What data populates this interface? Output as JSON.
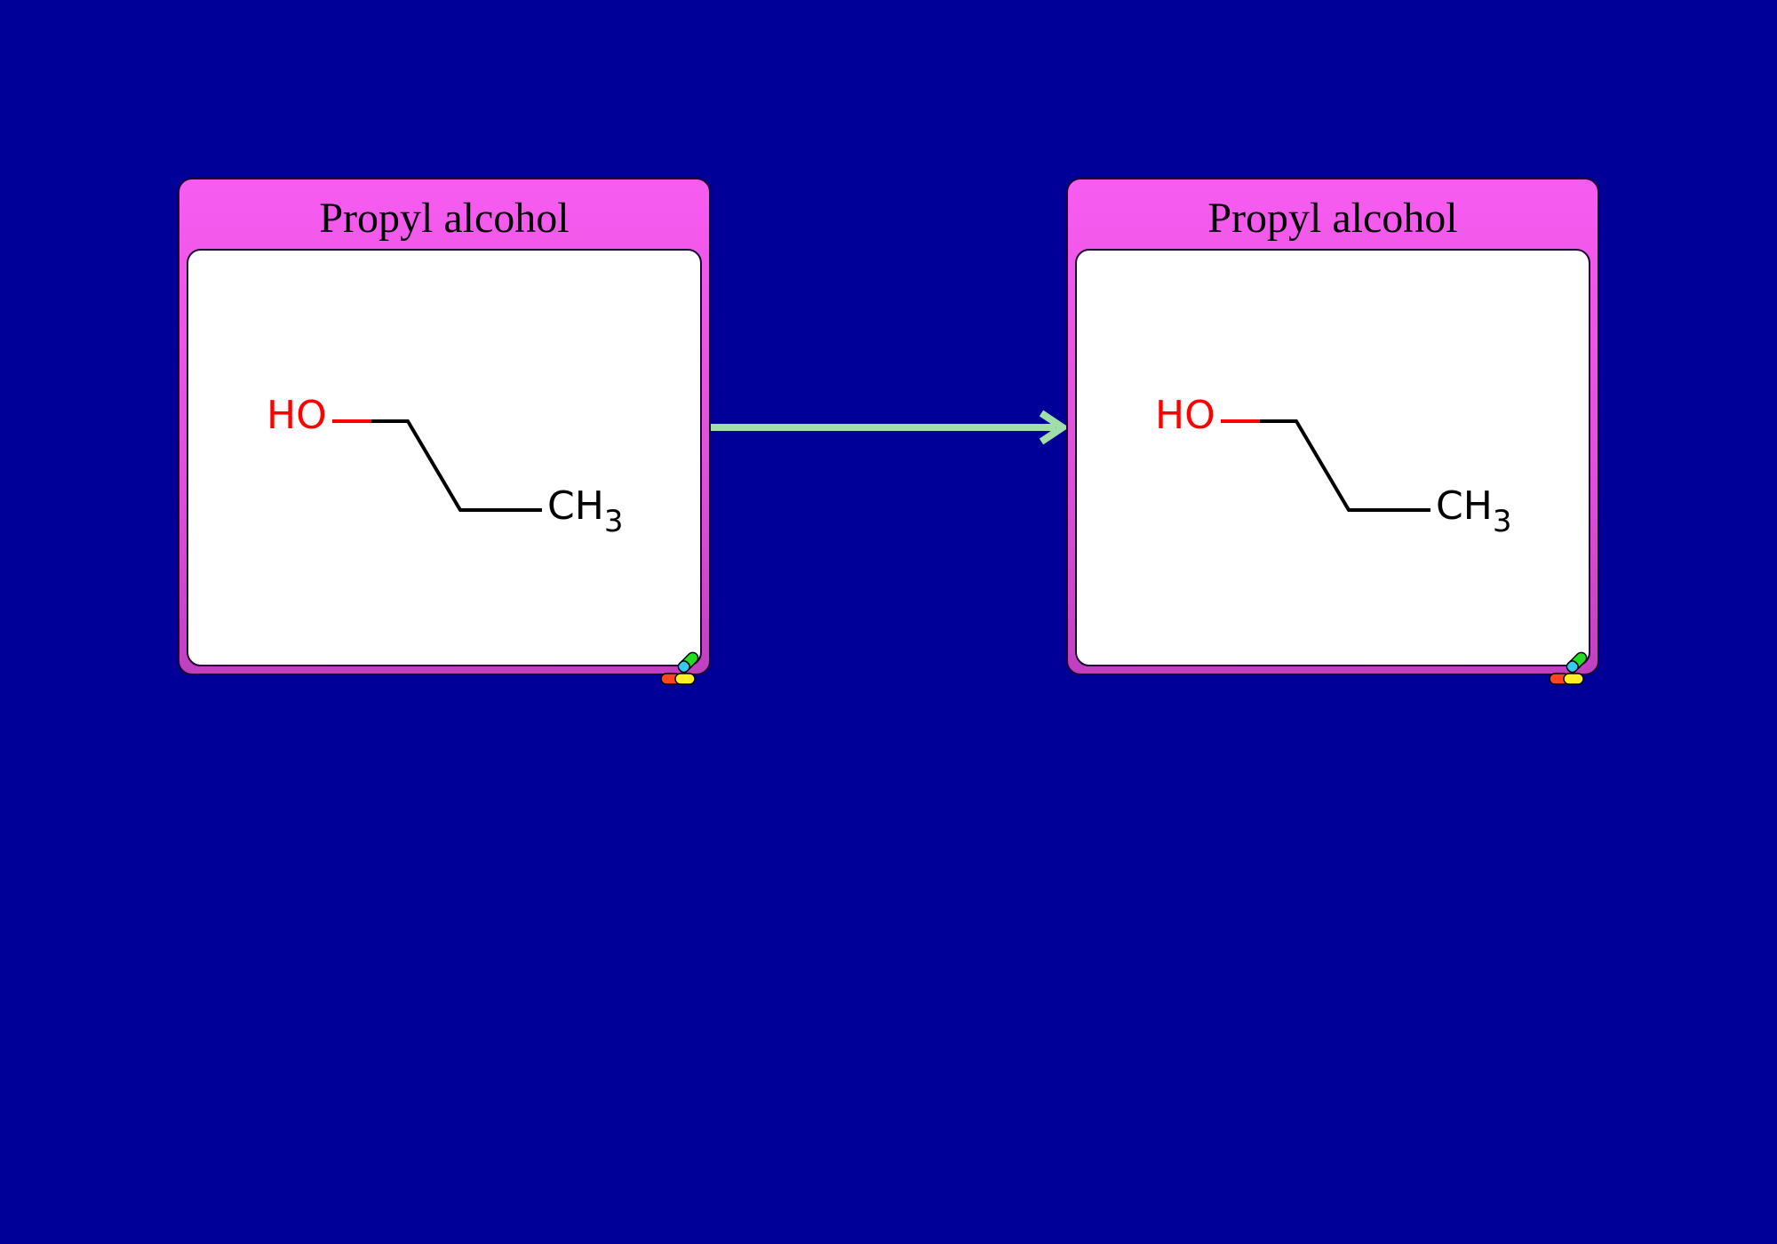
{
  "canvas": {
    "background": "#000099"
  },
  "reaction": {
    "arrow_color": "#a0e0a8",
    "reactant": {
      "name": "Propyl alcohol",
      "structure": {
        "oxygen_label": "HO",
        "oxygen_color": "#ff0000",
        "methyl_label": "CH",
        "methyl_subscript": "3",
        "bond_color": "#000000"
      },
      "icon": "capsule-icon"
    },
    "product": {
      "name": "Propyl alcohol",
      "structure": {
        "oxygen_label": "HO",
        "oxygen_color": "#ff0000",
        "methyl_label": "CH",
        "methyl_subscript": "3",
        "bond_color": "#000000"
      },
      "icon": "capsule-icon"
    }
  },
  "colors": {
    "card_header": "#f75cf0",
    "card_body": "#ffffff",
    "capsule_green": "#22dd22",
    "capsule_cyan": "#33ccee",
    "capsule_red": "#ff4422",
    "capsule_yellow": "#ffee22"
  }
}
